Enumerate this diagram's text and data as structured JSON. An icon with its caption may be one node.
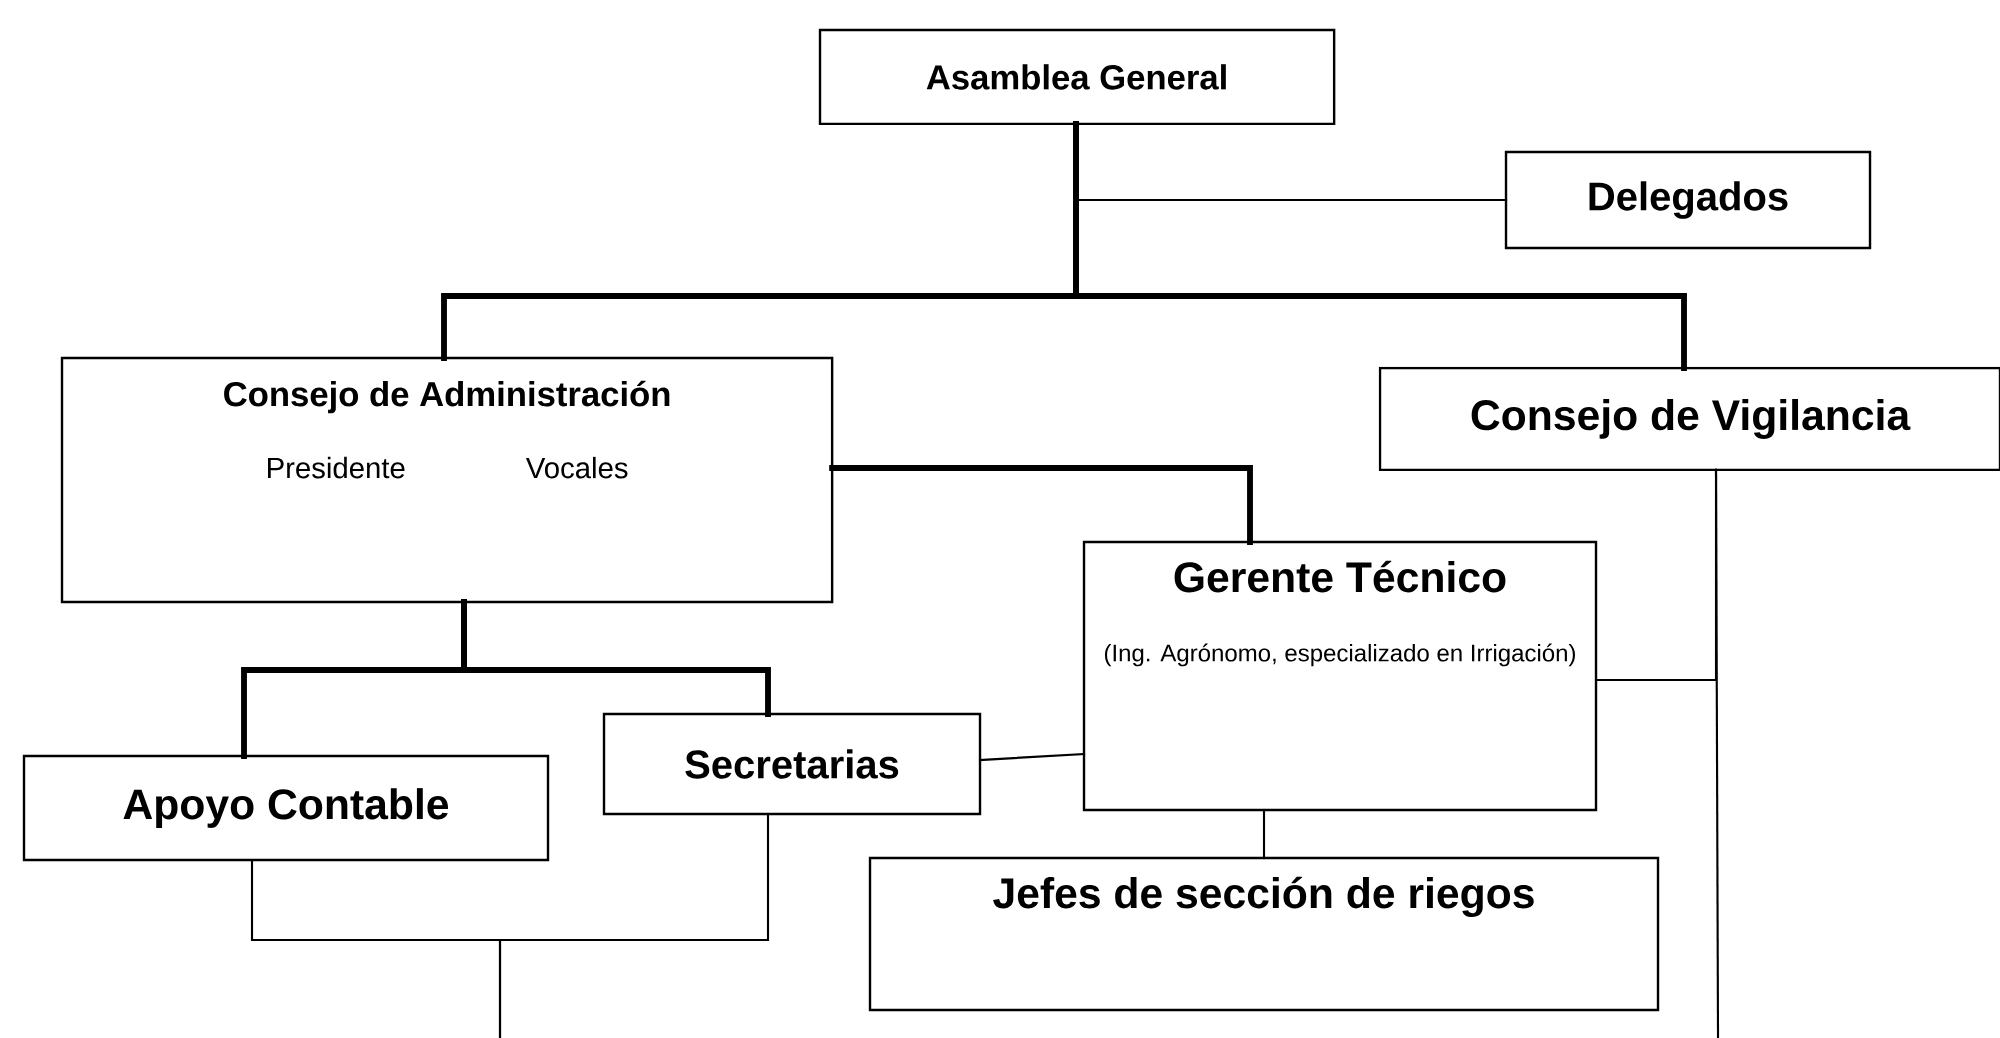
{
  "diagram": {
    "nodes": [
      {
        "text": [
          "Asamblea General"
        ]
      },
      {
        "text": [
          "Delegados"
        ]
      },
      {
        "text": [
          "Consejo de Administración",
          "Presidente",
          "Vocales"
        ]
      },
      {
        "text": [
          "Consejo de Vigilancia"
        ]
      },
      {
        "text": [
          "Gerente Técnico",
          "(Ing. Agrónomo, especializado en Irrigación)"
        ]
      },
      {
        "text": [
          "Secretarias"
        ]
      },
      {
        "text": [
          "Apoyo Contable"
        ]
      },
      {
        "text": [
          "Jefes de sección de riegos"
        ]
      }
    ],
    "edges": [
      {
        "from": 0,
        "to": 2,
        "arrow": "none",
        "style": "thick"
      },
      {
        "from": 0,
        "to": 3,
        "arrow": "none",
        "style": "thick"
      },
      {
        "from": 1,
        "to": 0,
        "arrow": "none"
      },
      {
        "from": 2,
        "to": 4,
        "arrow": "none",
        "style": "thick"
      },
      {
        "from": 2,
        "to": 6,
        "arrow": "none",
        "style": "thick"
      },
      {
        "from": 2,
        "to": 5,
        "arrow": "none",
        "style": "thick"
      },
      {
        "from": 4,
        "to": 5,
        "arrow": "none"
      },
      {
        "from": 4,
        "to": 7,
        "arrow": "none"
      },
      {
        "from": 3,
        "to": 4,
        "arrow": "none"
      },
      {
        "from": 3,
        "to": null,
        "arrow": "none"
      },
      {
        "from": 6,
        "to": null,
        "arrow": "none"
      },
      {
        "from": 5,
        "to": null,
        "arrow": "none"
      }
    ]
  }
}
